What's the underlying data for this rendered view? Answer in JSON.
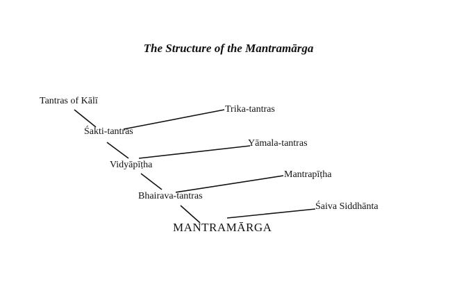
{
  "title": "The Structure of the Mantramārga",
  "nodes": {
    "kali": "Tantras of Kālī",
    "trika": "Trika-tantras",
    "sakti": "Śakti-tantras",
    "yamala": "Yāmala-tantras",
    "vidyapitha": "Vidyāpīṭha",
    "mantrapitha": "Mantrapīṭha",
    "bhairava": "Bhairava-tantras",
    "saiva": "Śaiva Siddhānta",
    "mantramarga": "MANTRAMĀRGA"
  }
}
